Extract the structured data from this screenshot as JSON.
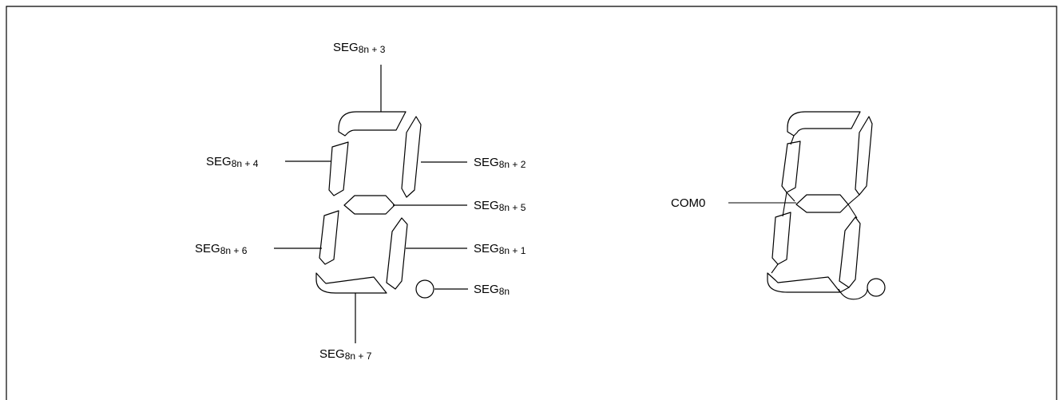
{
  "colors": {
    "stroke": "#000000",
    "background": "#ffffff",
    "frame": "#000000"
  },
  "segment_labels": {
    "seg3": {
      "base": "SEG",
      "sub": "8n + 3"
    },
    "seg4": {
      "base": "SEG",
      "sub": "8n + 4"
    },
    "seg2": {
      "base": "SEG",
      "sub": "8n + 2"
    },
    "seg5": {
      "base": "SEG",
      "sub": "8n + 5"
    },
    "seg6": {
      "base": "SEG",
      "sub": "8n + 6"
    },
    "seg1": {
      "base": "SEG",
      "sub": "8n + 1"
    },
    "seg0": {
      "base": "SEG",
      "sub": "8n"
    },
    "seg7": {
      "base": "SEG",
      "sub": "8n + 7"
    }
  },
  "common_label": "COM0"
}
